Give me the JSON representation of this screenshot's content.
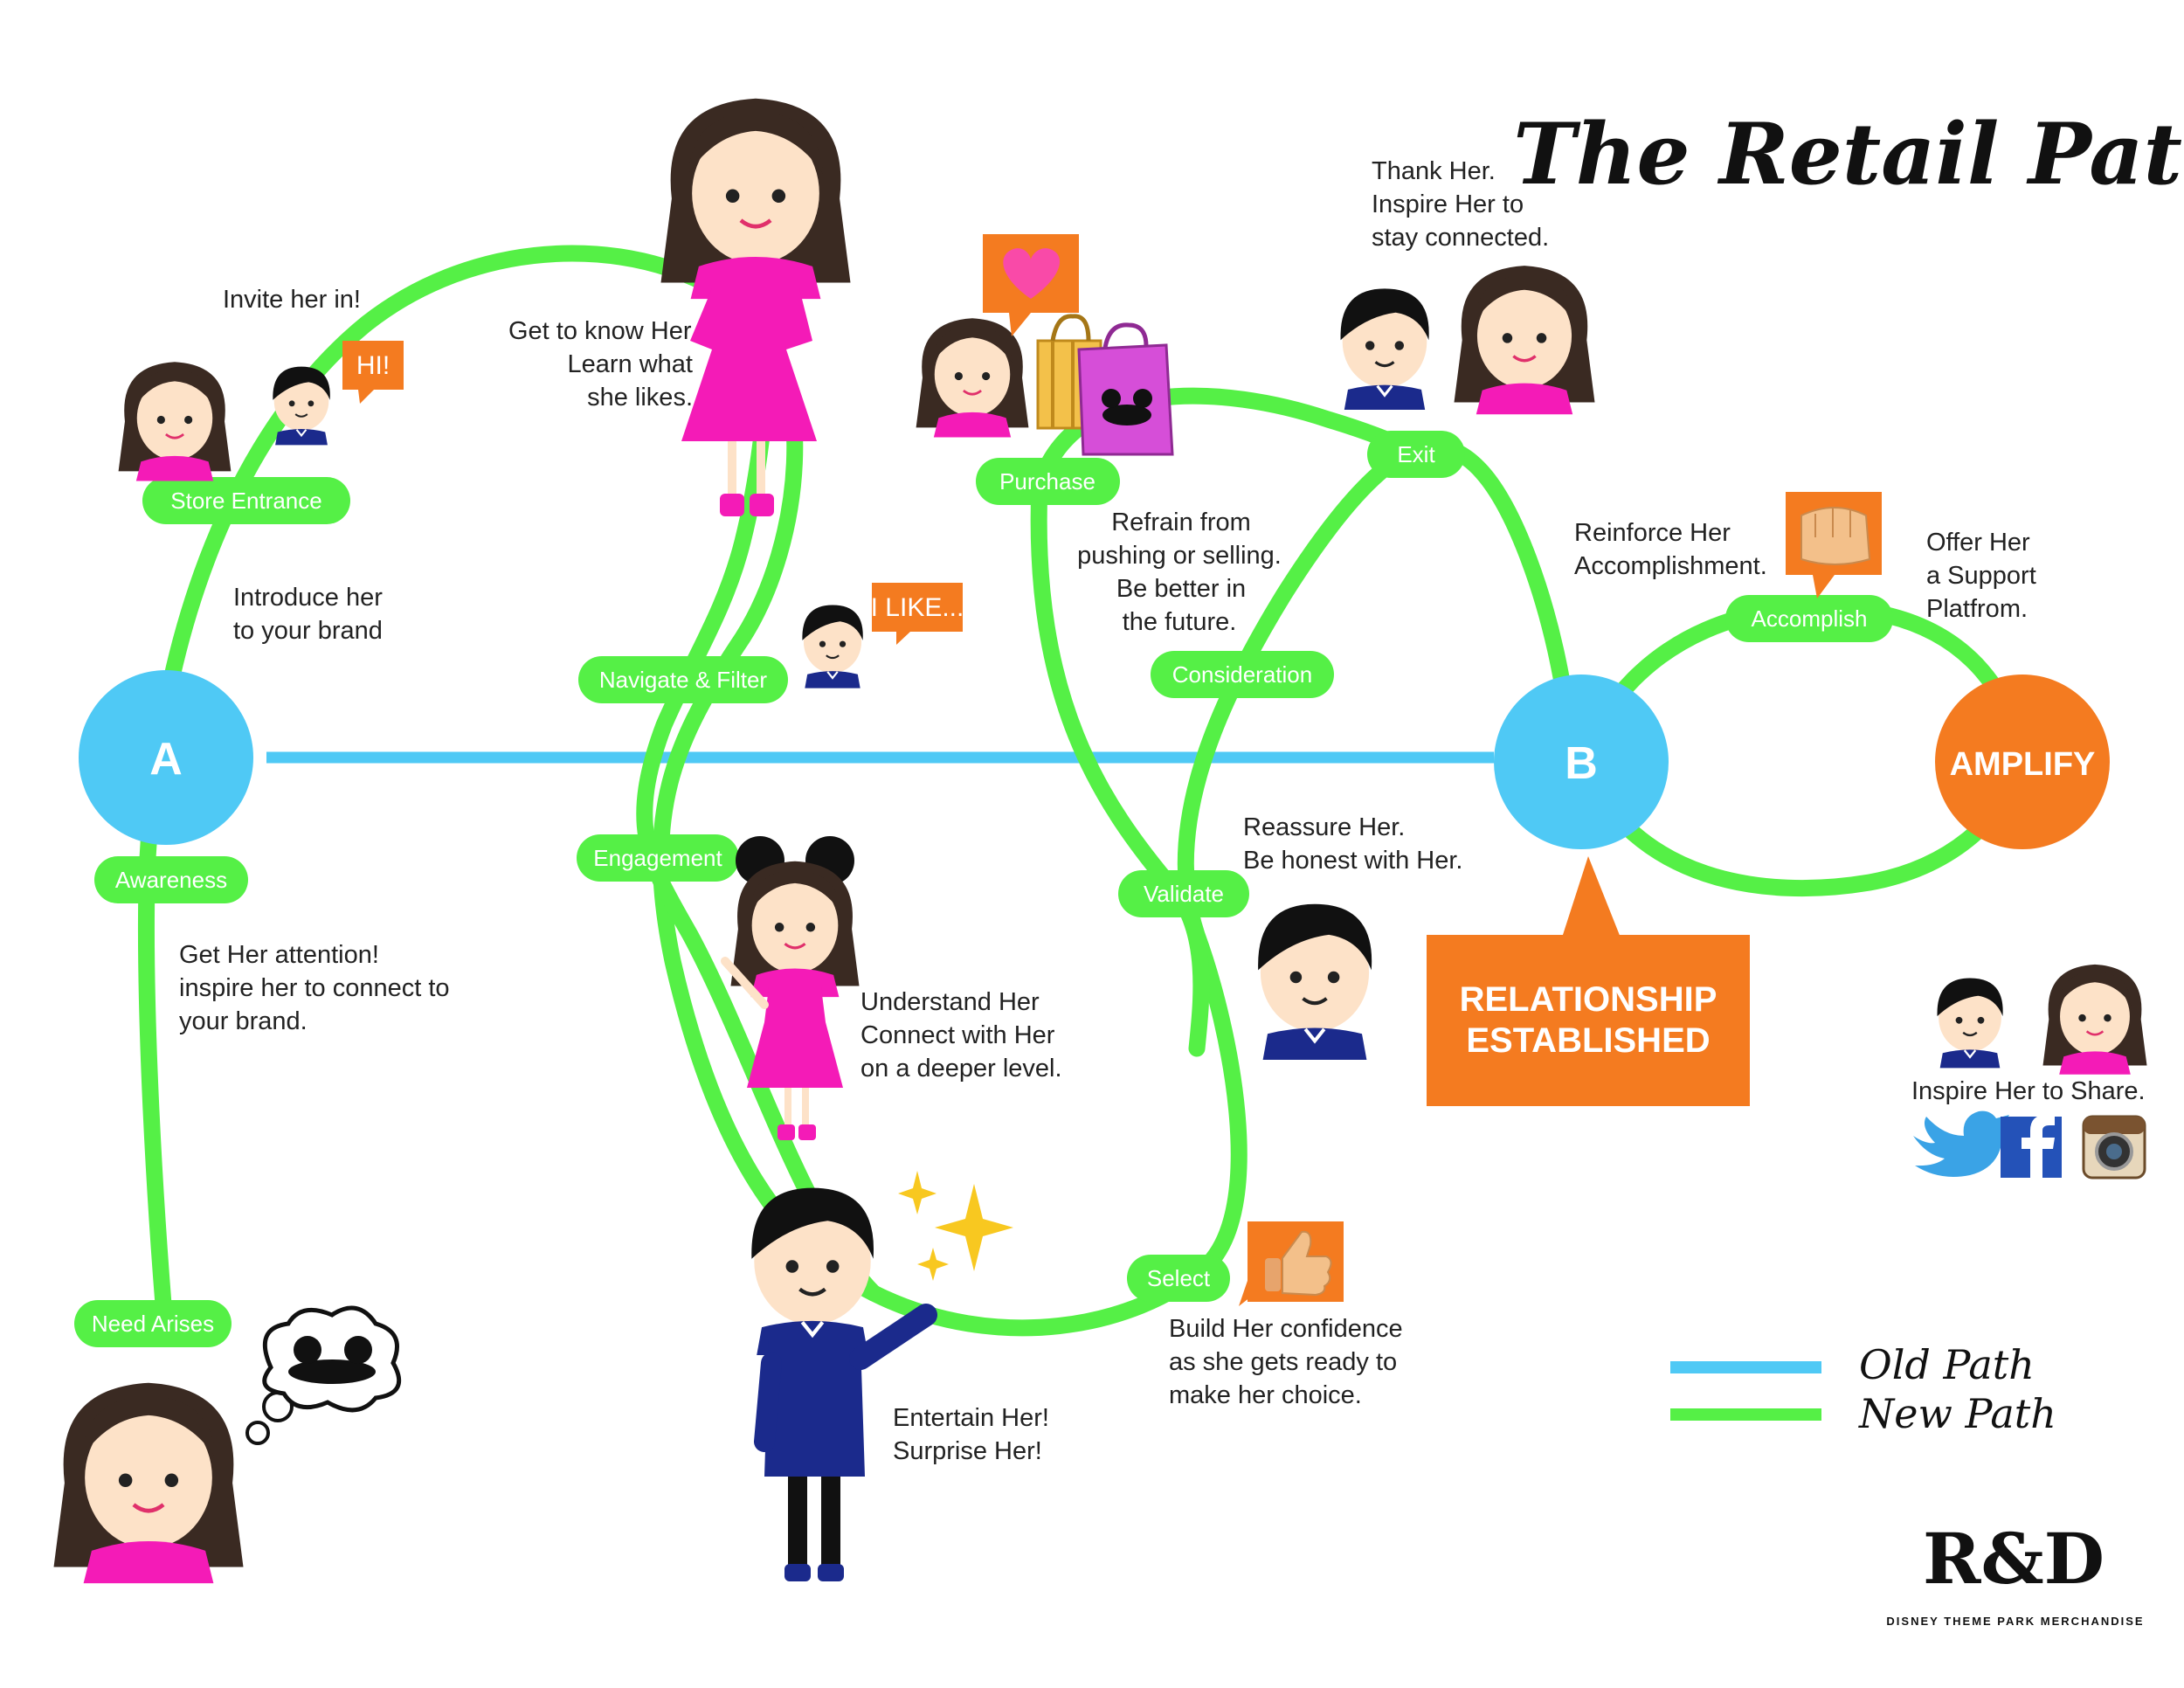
{
  "title": "The Retail Path",
  "colors": {
    "new_path": "#55f046",
    "old_path": "#4fc9f5",
    "accent": "#f47b20",
    "skin": "#fde2c8",
    "hair": "#3a2a22",
    "pink": "#f41bb7",
    "navy": "#1b2a8c"
  },
  "nodes": {
    "a": "A",
    "b": "B",
    "amplify": "AMPLIFY"
  },
  "stages": {
    "need_arises": "Need Arises",
    "awareness": "Awareness",
    "store_entrance": "Store Entrance",
    "navigate_filter": "Navigate & Filter",
    "engagement": "Engagement",
    "purchase": "Purchase",
    "consideration": "Consideration",
    "validate": "Validate",
    "select": "Select",
    "exit": "Exit",
    "accomplish": "Accomplish"
  },
  "captions": {
    "invite": "Invite her in!",
    "introduce": [
      "Introduce her",
      "to your brand"
    ],
    "attention": [
      "Get Her attention!",
      "inspire her to connect to",
      "your brand."
    ],
    "know": [
      "Get to know Her.",
      "Learn what",
      "she likes."
    ],
    "understand": [
      "Understand Her",
      "Connect with Her",
      "on a deeper level."
    ],
    "entertain": [
      "Entertain Her!",
      "Surprise Her!"
    ],
    "refrain": [
      "Refrain from",
      "pushing or selling.",
      "Be better in",
      "the future."
    ],
    "thank": [
      "Thank Her.",
      "Inspire Her to",
      "stay connected."
    ],
    "reassure": [
      "Reassure Her.",
      "Be honest with Her."
    ],
    "confidence": [
      "Build Her confidence",
      "as she gets ready to",
      "make her choice."
    ],
    "reinforce": [
      "Reinforce Her",
      "Accomplishment."
    ],
    "offer": [
      "Offer Her",
      "a Support",
      "Platfrom."
    ],
    "share": "Inspire Her to Share."
  },
  "bubbles": {
    "hi": "HI!",
    "ilike": "I LIKE..."
  },
  "relationship": [
    "RELATIONSHIP",
    "ESTABLISHED"
  ],
  "legend": {
    "old": "Old Path",
    "new": "New Path"
  },
  "logo": {
    "mark": "R&D",
    "tagline": "DISNEY THEME PARK MERCHANDISE"
  },
  "icons": [
    "thought-mickey-hat-icon",
    "heart-icon",
    "shopping-bags-icon",
    "sparkles-icon",
    "thumbs-up-icon",
    "fist-bump-icon",
    "twitter-icon",
    "facebook-icon",
    "instagram-icon"
  ]
}
